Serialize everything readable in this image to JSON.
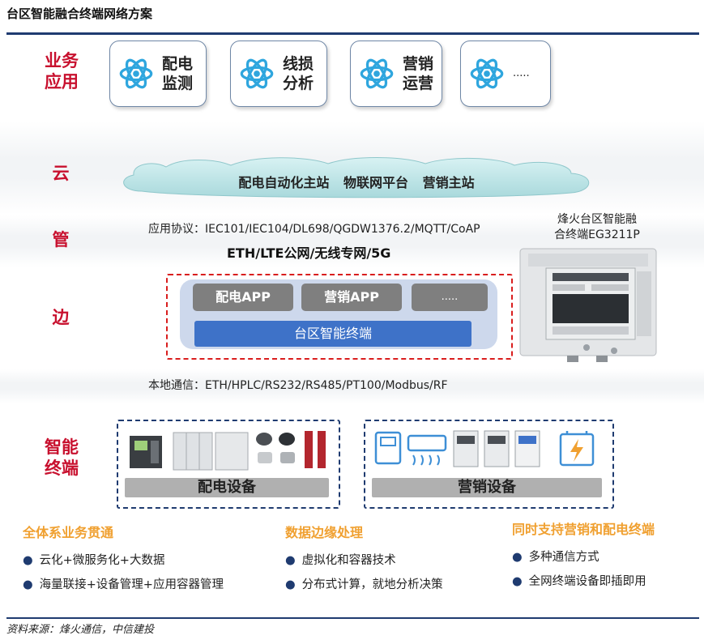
{
  "title": "台区智能融合终端网络方案",
  "layers": {
    "business": "业务\n应用",
    "cloud": "云",
    "pipe": "管",
    "edge": "边",
    "terminal": "智能\n终端"
  },
  "apps": [
    "配电\n监测",
    "线损\n分析",
    "营销\n运营",
    "....."
  ],
  "cloud": {
    "text": "配电自动化主站   物联网平台   营销主站"
  },
  "pipe": {
    "protocol": "应用协议：IEC101/IEC104/DL698/QGDW1376.2/MQTT/CoAP",
    "network": "ETH/LTE公网/无线专网/5G"
  },
  "edge": {
    "apps": [
      "配电APP",
      "营销APP",
      "....."
    ],
    "terminal": "台区智能终端"
  },
  "local_comm": "本地通信：ETH/HPLC/RS232/RS485/PT100/Modbus/RF",
  "device": {
    "caption": "烽火台区智能融\n合终端EG3211P"
  },
  "groups": {
    "distribution": "配电设备",
    "marketing": "营销设备"
  },
  "features": [
    {
      "heading": "全体系业务贯通",
      "items": [
        "云化+微服务化+大数据",
        "海量联接+设备管理+应用容器管理"
      ]
    },
    {
      "heading": "数据边缘处理",
      "items": [
        "虚拟化和容器技术",
        "分布式计算，就地分析决策"
      ]
    },
    {
      "heading": "同时支持营销和配电终端",
      "items": [
        "多种通信方式",
        "全网终端设备即插即用"
      ]
    }
  ],
  "source": "资料来源：烽火通信，中信建投",
  "colors": {
    "layer_label": "#c8102e",
    "accent_blue": "#3e72c8",
    "feature_heading": "#f0a030",
    "rule": "#1f3b70",
    "dashed_red": "#d91e1e"
  }
}
